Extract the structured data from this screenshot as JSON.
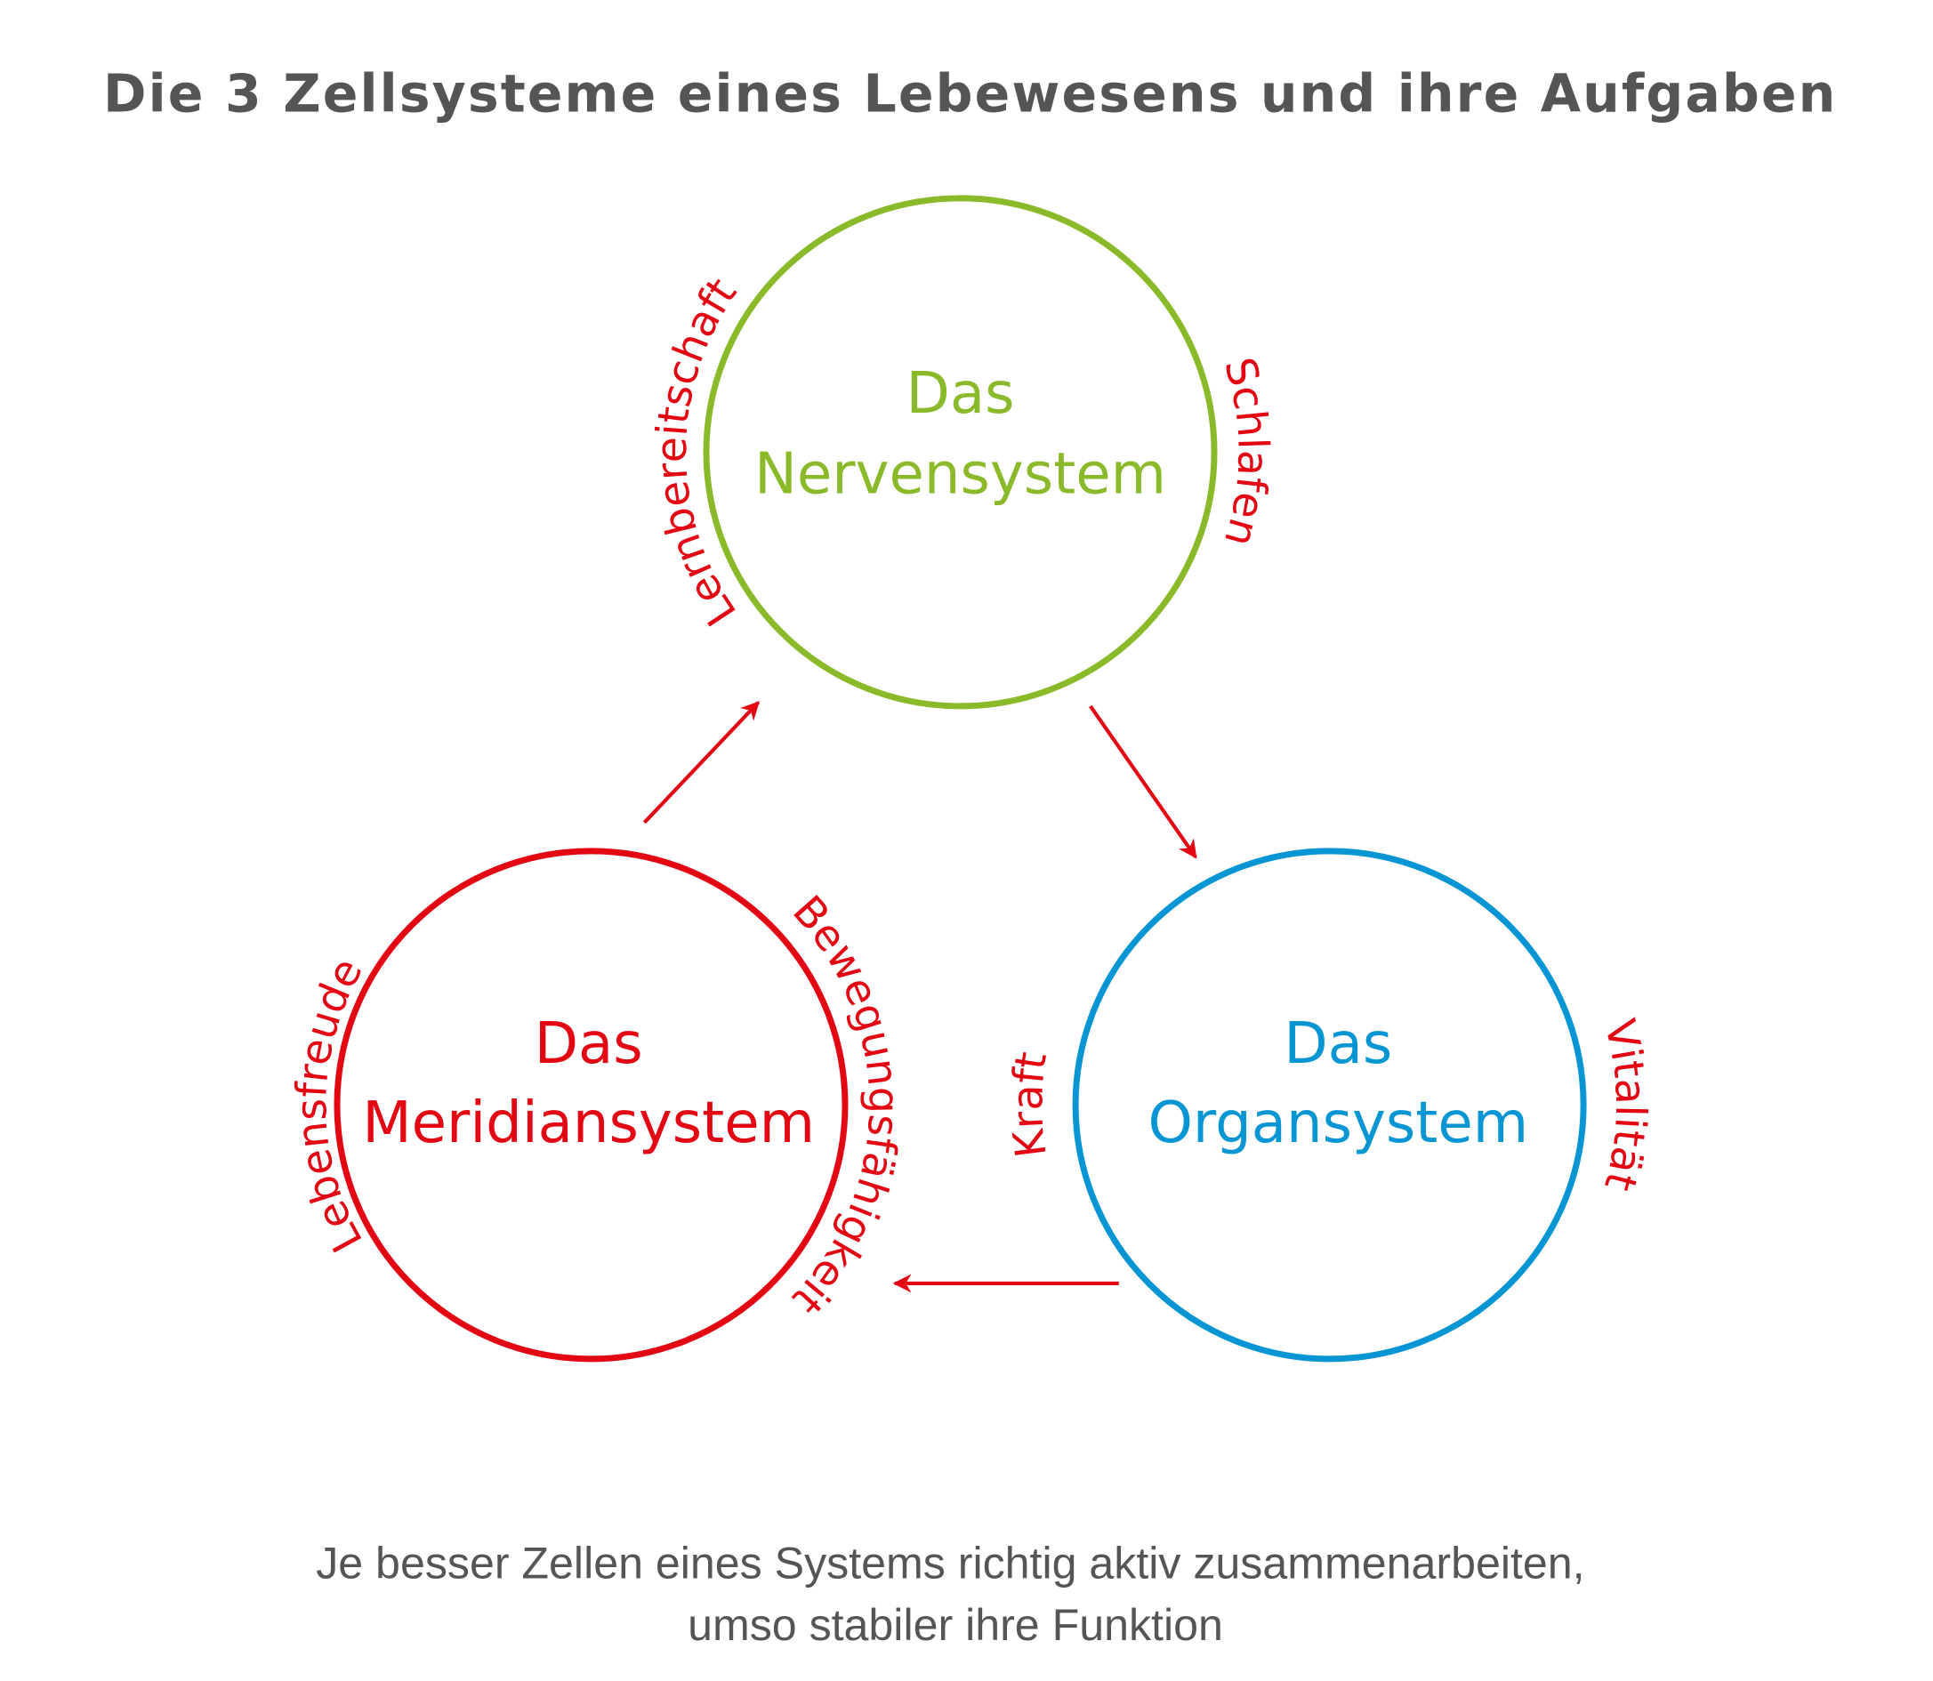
{
  "title": "Die 3 Zellsysteme eines Lebewesens und ihre Aufgaben",
  "colors": {
    "nerven": "#8aba2a",
    "meridian": "#e30613",
    "organ": "#0795d3",
    "accent": "#e30613",
    "text": "#555555"
  },
  "systems": {
    "nerven": {
      "line1": "Das",
      "line2": "Nervensystem",
      "tasks": [
        "Lernbereitschaft",
        "Schlafen"
      ]
    },
    "meridian": {
      "line1": "Das",
      "line2": "Meridiansystem",
      "tasks": [
        "Lebensfreude",
        "Bewegungsfähigkeit"
      ]
    },
    "organ": {
      "line1": "Das",
      "line2": "Organsystem",
      "tasks": [
        "Kraft",
        "Vitalität"
      ]
    }
  },
  "caption": {
    "line1": "Je besser Zellen eines Systems richtig aktiv zusammenarbeiten,",
    "line2": "umso stabiler ihre Funktion"
  }
}
